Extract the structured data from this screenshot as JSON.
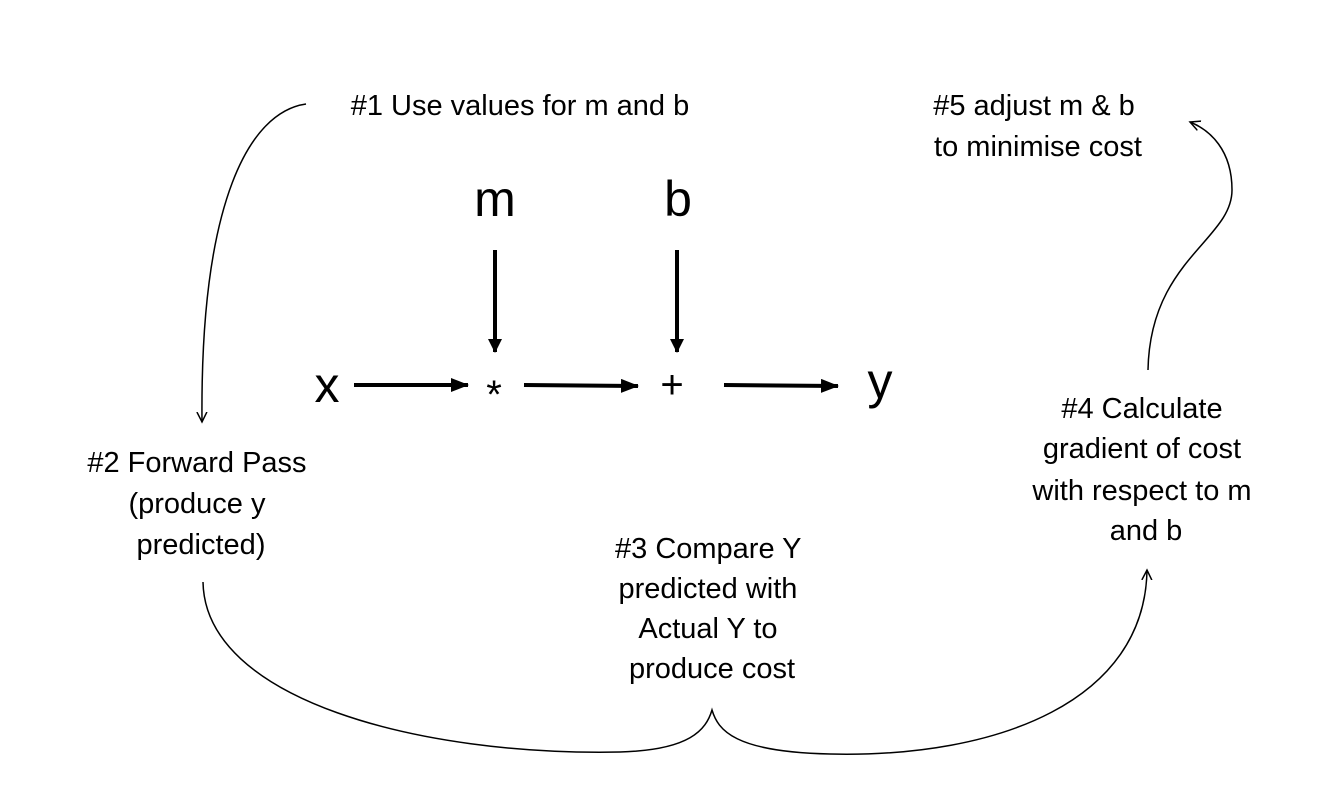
{
  "steps": {
    "step1": "#1 Use values for m and b",
    "step2": [
      "#2 Forward Pass",
      "(produce y",
      "predicted)"
    ],
    "step3": [
      "#3 Compare Y",
      "predicted with",
      "Actual Y to",
      "produce cost"
    ],
    "step4": [
      "#4 Calculate",
      "gradient of cost",
      "with respect to m",
      "and b"
    ],
    "step5": [
      "#5 adjust m & b",
      "to minimise cost"
    ]
  },
  "nodes": {
    "input": "x",
    "weight": "m",
    "bias": "b",
    "multiply": "*",
    "add": "+",
    "output": "y"
  },
  "colors": {
    "input_output": "#1a1adb",
    "parameters": "#e0392b",
    "text": "#000000"
  }
}
